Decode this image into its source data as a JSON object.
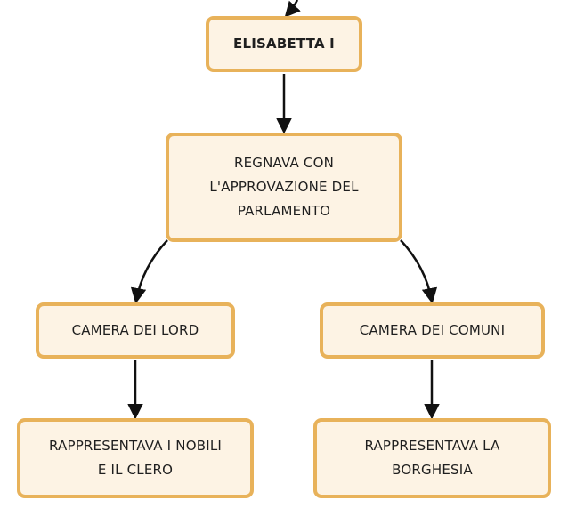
{
  "diagram": {
    "nodes": {
      "root": "ELISABETTA I",
      "regnava": "REGNAVA  CON\nL'APPROVAZIONE DEL\nPARLAMENTO",
      "lord": "CAMERA DEI LORD",
      "comuni": "CAMERA DEI COMUNI",
      "nobili": "RAPPRESENTAVA I NOBILI\nE IL CLERO",
      "borghesia": "RAPPRESENTAVA LA\nBORGHESIA"
    },
    "edges": [
      {
        "from": "above",
        "to": "root"
      },
      {
        "from": "root",
        "to": "regnava"
      },
      {
        "from": "regnava",
        "to": "lord"
      },
      {
        "from": "regnava",
        "to": "comuni"
      },
      {
        "from": "lord",
        "to": "nobili"
      },
      {
        "from": "comuni",
        "to": "borghesia"
      }
    ],
    "colors": {
      "node_fill": "#fdf3e4",
      "node_border": "#e8b25a",
      "edge": "#111111"
    }
  }
}
